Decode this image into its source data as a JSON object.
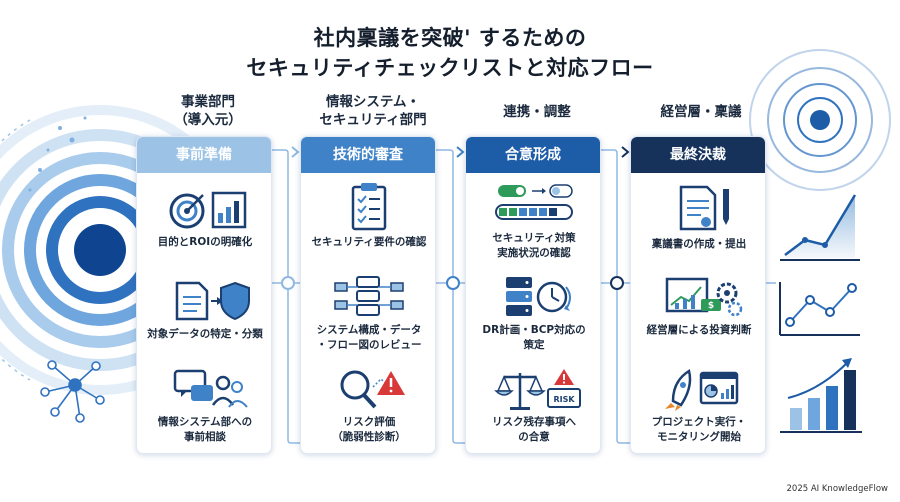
{
  "title": {
    "line1": "社内稟議を突破' するための",
    "line2": "セキュリティチェックリストと対応フロー"
  },
  "stages": [
    {
      "line1": "事業部門",
      "line2": "（導入元）"
    },
    {
      "line1": "情報システム・",
      "line2": "セキュリティ部門"
    },
    {
      "line1": "連携・調整",
      "line2": ""
    },
    {
      "line1": "経営層・稟議",
      "line2": ""
    }
  ],
  "columns": [
    {
      "header": "事前準備",
      "items": [
        {
          "icon": "target-chart-icon",
          "line1": "目的とROIの明確化",
          "line2": ""
        },
        {
          "icon": "document-shield-icon",
          "line1": "対象データの特定・分類",
          "line2": ""
        },
        {
          "icon": "chat-people-icon",
          "line1": "情報システム部への",
          "line2": "事前相談"
        }
      ]
    },
    {
      "header": "技術的審査",
      "items": [
        {
          "icon": "checklist-clipboard-icon",
          "line1": "セキュリティ要件の確認",
          "line2": ""
        },
        {
          "icon": "server-flow-icon",
          "line1": "システム構成・データ",
          "line2": "・フロー図のレビュー"
        },
        {
          "icon": "magnifier-warning-icon",
          "line1": "リスク評価",
          "line2": "（脆弱性診断）"
        }
      ]
    },
    {
      "header": "合意形成",
      "items": [
        {
          "icon": "toggle-progress-icon",
          "line1": "セキュリティ対策",
          "line2": "実施状況の確認"
        },
        {
          "icon": "server-clock-icon",
          "line1": "DR計画・BCP対応の",
          "line2": "策定"
        },
        {
          "icon": "scale-risk-icon",
          "line1": "リスク残存事項へ",
          "line2": "の合意",
          "badge": "RISK"
        }
      ]
    },
    {
      "header": "最終決裁",
      "items": [
        {
          "icon": "document-pen-icon",
          "line1": "稟議書の作成・提出",
          "line2": ""
        },
        {
          "icon": "investment-chart-icon",
          "line1": "経営層による投資判断",
          "line2": ""
        },
        {
          "icon": "rocket-dashboard-icon",
          "line1": "プロジェクト実行・",
          "line2": "モニタリング開始"
        }
      ]
    }
  ],
  "credit": "2025 AI KnowledgeFlow",
  "colors": {
    "accent_light": "#9cc3e6",
    "accent_mid": "#3f82c8",
    "accent_dark": "#1d5ca6",
    "accent_navy": "#16325a"
  }
}
